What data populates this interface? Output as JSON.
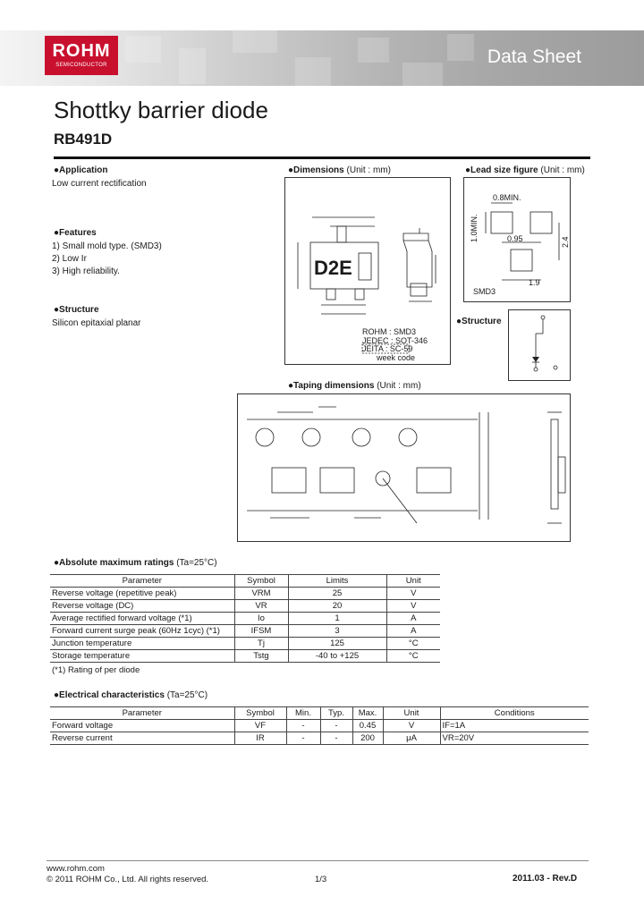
{
  "header": {
    "logo_main": "ROHM",
    "logo_sub": "SEMICONDUCTOR",
    "doc_type": "Data Sheet"
  },
  "title": "Shottky barrier diode",
  "part_number": "RB491D",
  "application": {
    "heading": "Application",
    "text": "Low current rectification"
  },
  "features": {
    "heading": "Features",
    "items": [
      "1) Small mold type. (SMD3)",
      "2) Low Ir",
      "3) High reliability."
    ]
  },
  "structure": {
    "heading": "Structure",
    "text": "Silicon epitaxial planar"
  },
  "dimensions": {
    "heading": "Dimensions",
    "unit": "(Unit : mm)",
    "marking": "D2E",
    "pkg_lines": [
      "ROHM : SMD3",
      "JEDEC : SOT-346",
      "JEITA : SC-59"
    ],
    "week_code": "week code"
  },
  "lead_size": {
    "heading": "Lead size figure",
    "unit": "(Unit : mm)",
    "labels": [
      "0.8MIN.",
      "1.0MIN.",
      "0.95",
      "2.4",
      "1.9",
      "SMD3"
    ]
  },
  "structure_fig": {
    "heading": "Structure"
  },
  "taping": {
    "heading": "Taping dimensions",
    "unit": "(Unit : mm)"
  },
  "abs_max": {
    "heading": "Absolute maximum ratings",
    "cond": "(Ta=25°C)",
    "headers": [
      "Parameter",
      "Symbol",
      "Limits",
      "Unit"
    ],
    "rows": [
      [
        "Reverse voltage (repetitive peak)",
        "VRM",
        "25",
        "V"
      ],
      [
        "Reverse voltage (DC)",
        "VR",
        "20",
        "V"
      ],
      [
        "Average rectified forward voltage (*1)",
        "Io",
        "1",
        "A"
      ],
      [
        "Forward current surge peak (60Hz 1cyc) (*1)",
        "IFSM",
        "3",
        "A"
      ],
      [
        "Junction temperature",
        "Tj",
        "125",
        "°C"
      ],
      [
        "Storage temperature",
        "Tstg",
        "-40 to +125",
        "°C"
      ]
    ],
    "note": "(*1) Rating of per diode"
  },
  "elec": {
    "heading": "Electrical characteristics",
    "cond": "(Ta=25°C)",
    "headers": [
      "Parameter",
      "Symbol",
      "Min.",
      "Typ.",
      "Max.",
      "Unit",
      "Conditions"
    ],
    "rows": [
      [
        "Forward voltage",
        "VF",
        "-",
        "-",
        "0.45",
        "V",
        "IF=1A"
      ],
      [
        "Reverse current",
        "IR",
        "-",
        "-",
        "200",
        "μA",
        "VR=20V"
      ]
    ]
  },
  "footer": {
    "url": "www.rohm.com",
    "copyright": "© 2011  ROHM Co., Ltd. All rights reserved.",
    "page": "1/3",
    "rev": "2011.03 - Rev.D"
  }
}
